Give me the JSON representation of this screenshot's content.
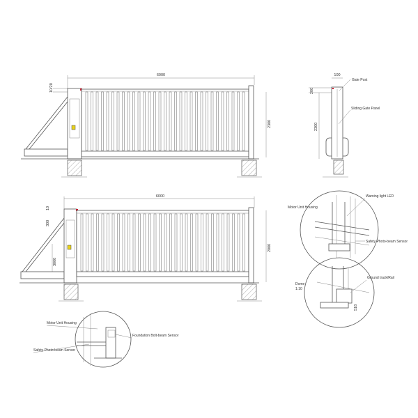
{
  "colors": {
    "line": "#555555",
    "led": "#cc2233",
    "control_box": "#e8d21a"
  },
  "top_elevation": {
    "width_dim": "6000",
    "post_top_dim": "10/20",
    "height_dim": "2300"
  },
  "bottom_elevation": {
    "width_dim": "6000",
    "top_dim": "10",
    "upper_dim": "300",
    "lower_dim": "3000",
    "height_dim": "2000"
  },
  "side_view": {
    "post_width_dim": "100",
    "top_dim": "200",
    "height_dim": "2300",
    "labels": {
      "gate_post": "Gate Post",
      "panel": "Sliding Gate Panel"
    }
  },
  "detail_top": {
    "motor": "Motor Unit Housing",
    "led": "Warning light LED",
    "sensor": "Safety Photo-beam Sensor"
  },
  "detail_rail": {
    "scale_label": "Dome\n1:10",
    "scale_name": "Dome",
    "scale": "1:10",
    "rail": "Ground track/Rail",
    "dim": "518"
  },
  "detail_bottom": {
    "motor": "Motor Unit Housing",
    "foundation": "Foundation Bolt-beam Sensor",
    "sensor": "Safety Photo-beam Sensor"
  }
}
